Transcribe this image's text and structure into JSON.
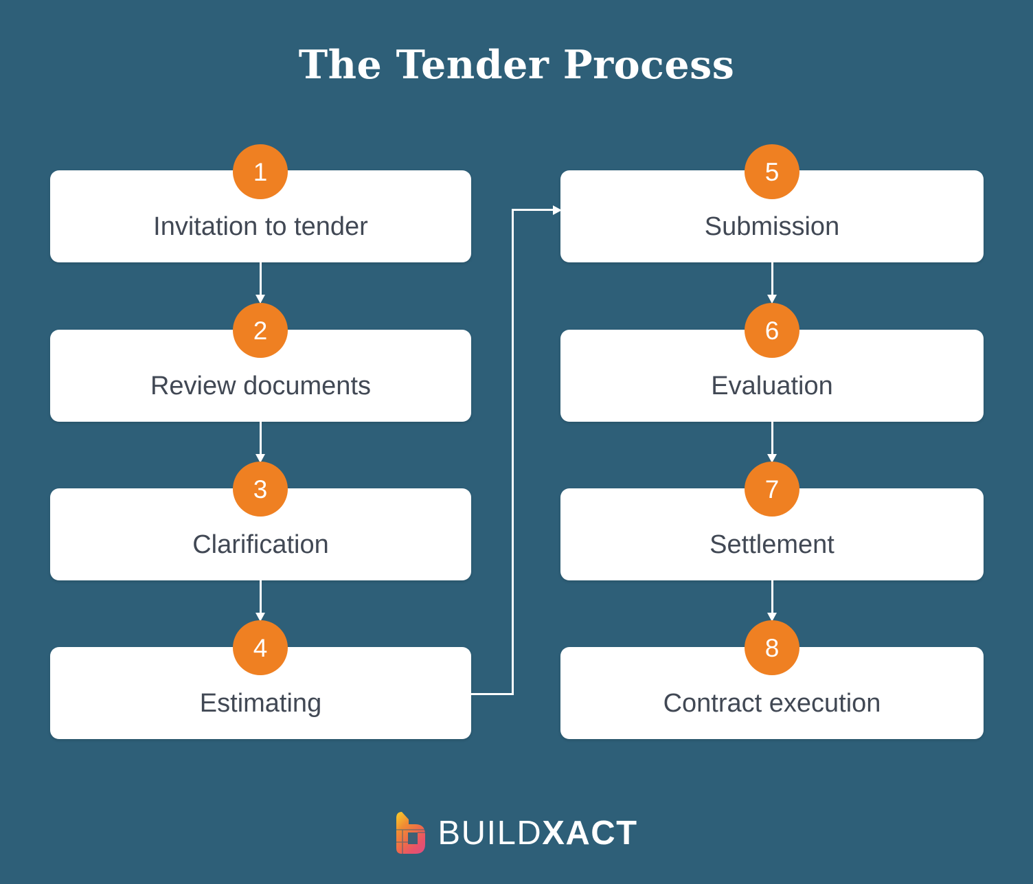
{
  "title": "The Tender Process",
  "colors": {
    "background": "#2e5f78",
    "accent_orange": "#ef8022",
    "box_fill": "#ffffff",
    "box_text": "#414854",
    "connector": "#ffffff"
  },
  "left_column": [
    {
      "number": "1",
      "label": "Invitation to tender"
    },
    {
      "number": "2",
      "label": "Review documents"
    },
    {
      "number": "3",
      "label": "Clarification"
    },
    {
      "number": "4",
      "label": "Estimating"
    }
  ],
  "right_column": [
    {
      "number": "5",
      "label": "Submission"
    },
    {
      "number": "6",
      "label": "Evaluation"
    },
    {
      "number": "7",
      "label": "Settlement"
    },
    {
      "number": "8",
      "label": "Contract execution"
    }
  ],
  "footer": {
    "logo_text_light": "BUILD",
    "logo_text_bold": "XACT",
    "logo_mark": "buildxact-b-mark"
  }
}
